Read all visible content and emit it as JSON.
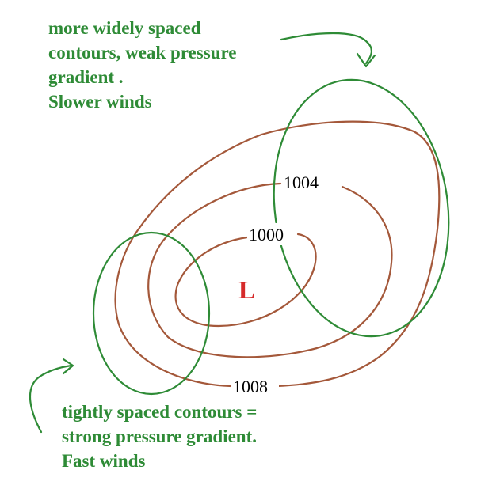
{
  "notes": {
    "top": {
      "lines": [
        "more widely spaced",
        "contours, weak pressure",
        "gradient .",
        "Slower winds"
      ]
    },
    "bottom": {
      "lines": [
        "tightly spaced contours =",
        "strong pressure gradient.",
        "Fast winds"
      ]
    }
  },
  "isobars": {
    "inner": "1000",
    "middle": "1004",
    "outer": "1008"
  },
  "center": {
    "label": "L"
  },
  "colors": {
    "annotation_green": "#2e8b36",
    "contour_brown": "#a4583a",
    "low_red": "#d62a2a"
  }
}
